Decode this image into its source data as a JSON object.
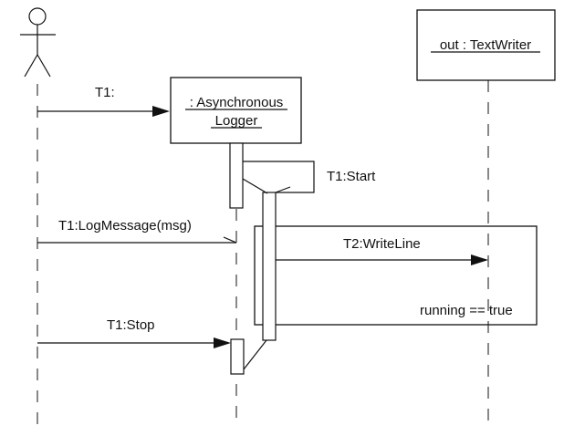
{
  "participants": {
    "logger": {
      "line1": ": Asynchronous",
      "line2": "Logger"
    },
    "writer": {
      "label": "out : TextWriter"
    }
  },
  "messages": {
    "t1": "T1:",
    "start": "T1:Start",
    "log_message": "T1:LogMessage(msg)",
    "write_line": "T2:WriteLine",
    "stop": "T1:Stop"
  },
  "loop": {
    "guard": "running == true"
  }
}
